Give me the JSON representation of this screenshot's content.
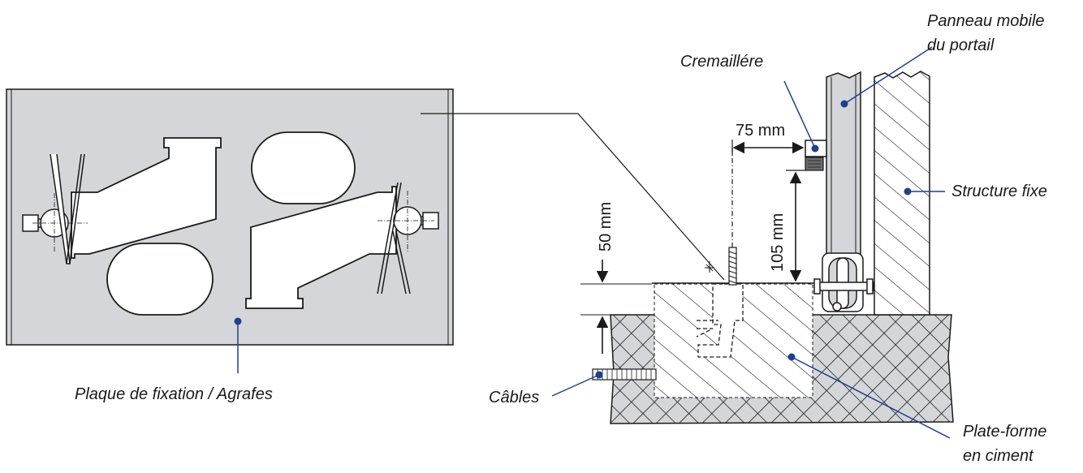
{
  "diagram": {
    "labels": {
      "panneau_line1": "Panneau mobile",
      "panneau_line2": "du portail",
      "cremaillere": "Cremaillére",
      "structure_fixe": "Structure fixe",
      "plaque": "Plaque de fixation / Agrafes",
      "cables": "Câbles",
      "plateforme_line1": "Plate-forme",
      "plateforme_line2": "en ciment"
    },
    "dimensions": {
      "d75": "75 mm",
      "d105": "105 mm",
      "d50": "50 mm"
    },
    "colors": {
      "fill_gray": "#d4d6d9",
      "leader_blue": "#1f3f8f",
      "line": "#1a1a1a"
    }
  }
}
